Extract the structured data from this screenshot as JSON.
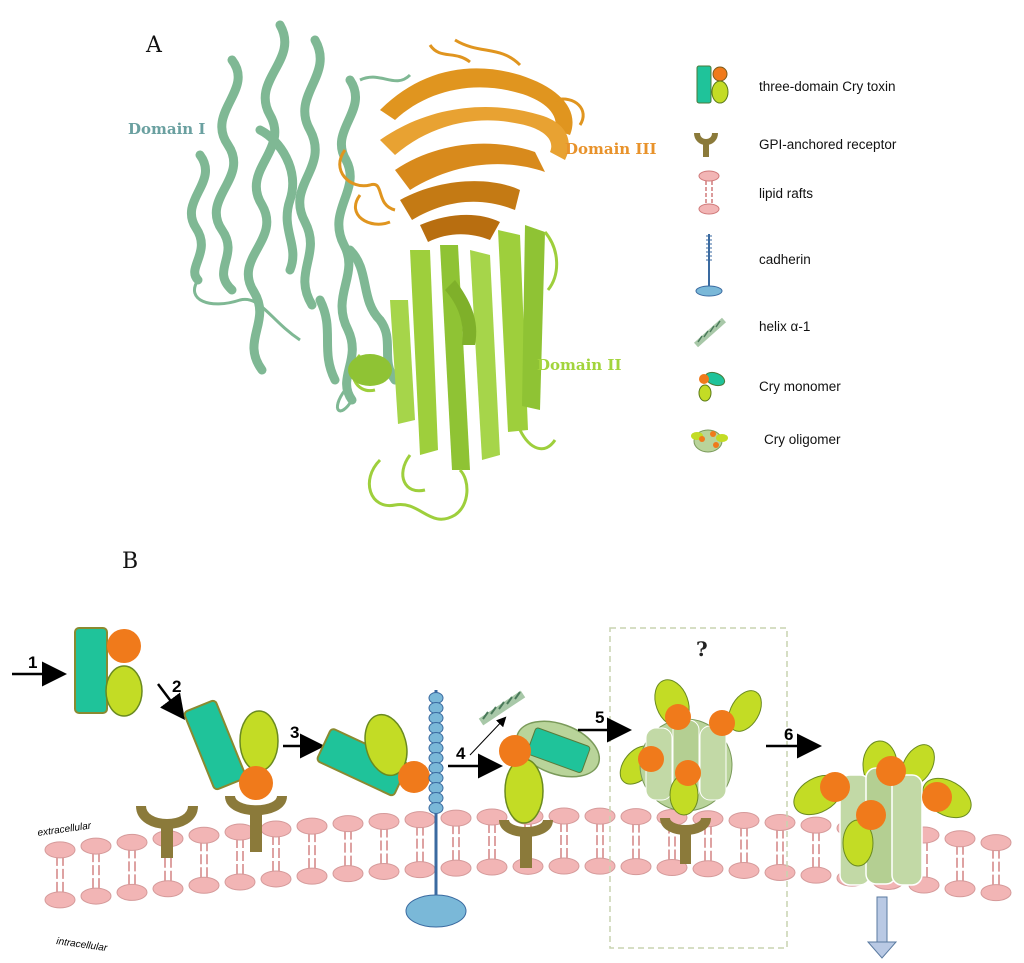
{
  "panel_a": {
    "label": "A",
    "domain_labels": {
      "domain1": "Domain I",
      "domain2": "Domain II",
      "domain3": "Domain III"
    },
    "colors": {
      "domain1": "#7fb894",
      "domain2": "#9ecf3c",
      "domain3": "#e0951f"
    }
  },
  "legend": [
    {
      "icon": "three-domain-toxin-icon",
      "label": "three-domain Cry toxin"
    },
    {
      "icon": "gpi-receptor-icon",
      "label": "GPI-anchored receptor"
    },
    {
      "icon": "lipid-raft-icon",
      "label": "lipid rafts"
    },
    {
      "icon": "cadherin-icon",
      "label": "cadherin"
    },
    {
      "icon": "helix-icon",
      "label": "helix α-1"
    },
    {
      "icon": "cry-monomer-icon",
      "label": "Cry monomer"
    },
    {
      "icon": "cry-oligomer-icon",
      "label": "Cry oligomer"
    }
  ],
  "panel_b": {
    "label": "B",
    "steps": [
      "1",
      "2",
      "3",
      "4",
      "5",
      "6"
    ],
    "question_mark": "?",
    "extracellular_label": "extracellular",
    "intracellular_label": "intracellular",
    "colors": {
      "domain1_teal": "#1fc39a",
      "domain2_green": "#c3dc25",
      "domain3_orange": "#f07a1b",
      "receptor_olive": "#8b7a3a",
      "membrane_pink": "#f2b5b5",
      "cadherin_blue": "#7ab8d8",
      "oligomer_pale": "#b9d49a"
    }
  }
}
